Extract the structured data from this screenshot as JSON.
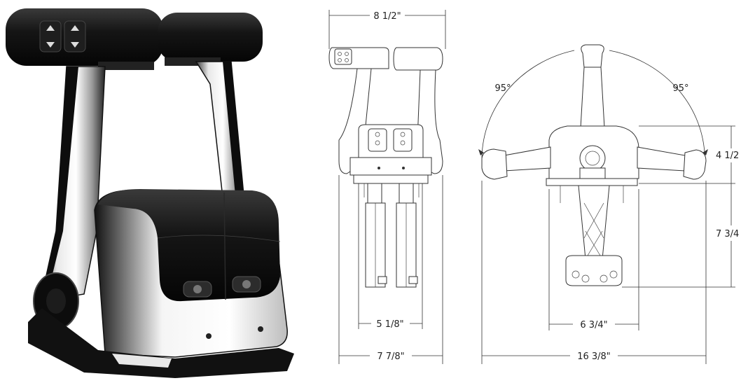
{
  "dimensions": {
    "front_top_width": "8 1/2\"",
    "front_inner_width": "5 1/8\"",
    "front_base_width": "7 7/8\"",
    "side_angle_left": "95°",
    "side_angle_right": "95°",
    "side_height_upper": "4 1/2",
    "side_height_lower": "7 3/4",
    "side_base_width": "6 3/4\"",
    "side_total_width": "16 3/8\""
  },
  "colors": {
    "housing_black": "#111111",
    "chrome": "#f2f2f2",
    "line": "#333333"
  }
}
